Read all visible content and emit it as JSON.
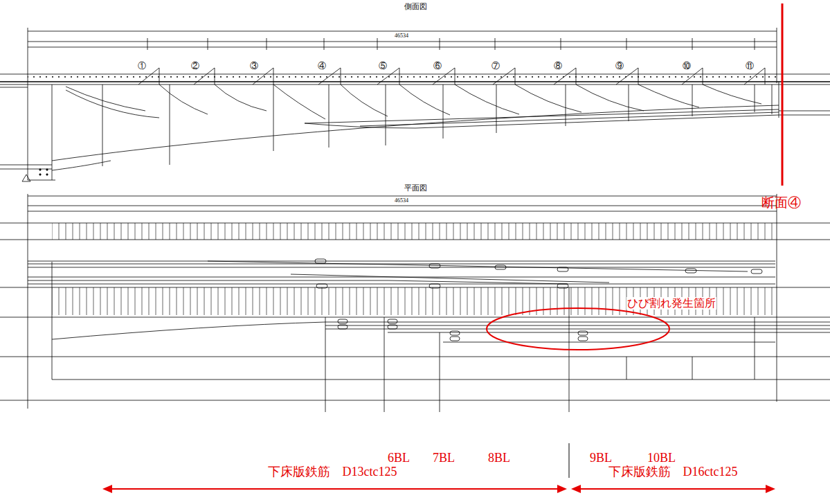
{
  "diagram": {
    "labels": [
      "側面図",
      "平面図",
      "断面④",
      "ひび割れ発生箇所",
      "6BL",
      "7BL",
      "8BL",
      "9BL",
      "10BL",
      "下床版鉄筋　D13ctc125",
      "下床版鉄筋　D16ctc125",
      "①",
      "②",
      "③",
      "④",
      "⑤",
      "⑥",
      "⑦",
      "⑧",
      "⑨",
      "⑩",
      "⑪",
      "46534",
      "46534"
    ]
  }
}
